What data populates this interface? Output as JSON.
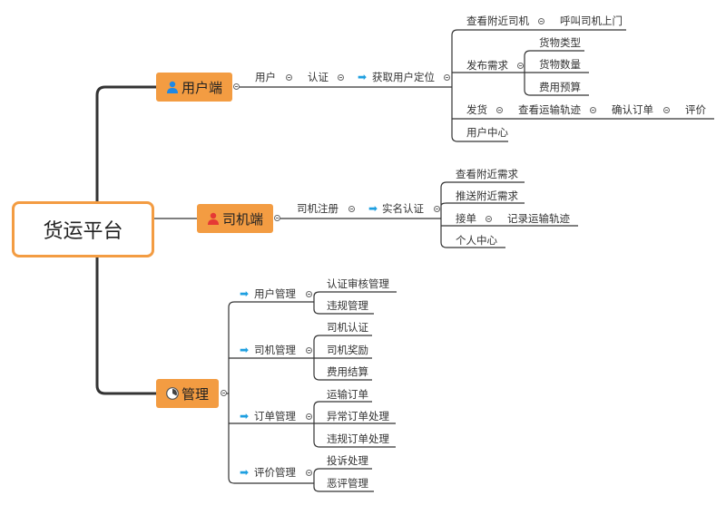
{
  "root": {
    "label": "货运平台"
  },
  "user": {
    "label": "用户端",
    "icon": "user-icon",
    "chain": [
      "用户",
      "认证",
      "获取用户定位"
    ],
    "nearby": "查看附近司机",
    "call_driver": "呼叫司机上门",
    "publish": "发布需求",
    "publish_items": [
      "货物类型",
      "货物数量",
      "费用预算"
    ],
    "ship_chain": [
      "发货",
      "查看运输轨迹",
      "确认订单",
      "评价"
    ],
    "center": "用户中心"
  },
  "driver": {
    "label": "司机端",
    "icon": "user-icon",
    "chain": [
      "司机注册",
      "实名认证"
    ],
    "items": [
      "查看附近需求",
      "推送附近需求",
      "接单",
      "个人中心"
    ],
    "accept_next": "记录运输轨迹"
  },
  "admin": {
    "label": "管理",
    "icon": "clock-icon",
    "groups": [
      {
        "label": "用户管理",
        "items": [
          "认证审核管理",
          "违规管理"
        ]
      },
      {
        "label": "司机管理",
        "items": [
          "司机认证",
          "司机奖励",
          "费用结算"
        ]
      },
      {
        "label": "订单管理",
        "items": [
          "运输订单",
          "异常订单处理",
          "违规订单处理"
        ]
      },
      {
        "label": "评价管理",
        "items": [
          "投诉处理",
          "恶评管理"
        ]
      }
    ]
  },
  "colors": {
    "accent": "#f39c42",
    "arrow": "#1e9fe0",
    "line": "#333333"
  }
}
